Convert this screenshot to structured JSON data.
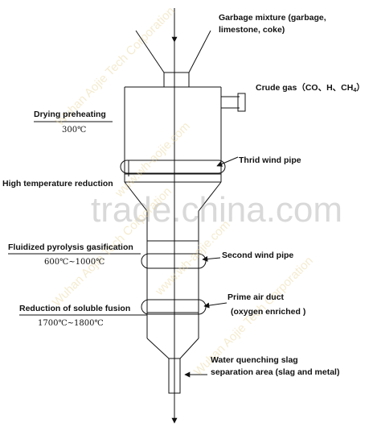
{
  "labels": {
    "inlet_line1": "Garbage mixture (garbage,",
    "inlet_line2": "limestone, coke)",
    "crude_gas": "Crude gas（CO、H、CH",
    "crude_gas_sub": "4",
    "crude_gas_end": "）",
    "drying": "Drying preheating",
    "drying_temp": "300℃",
    "third_wind": "Thrid wind pipe",
    "high_temp": "High temperature reduction",
    "fluidized": "Fluidized pyrolysis gasification",
    "fluidized_temp": "600℃~1000℃",
    "second_wind": "Second wind pipe",
    "prime_air_line1": "Prime air duct",
    "prime_air_line2": "(oxygen enriched )",
    "reduction": "Reduction of soluble fusion",
    "reduction_temp": "1700℃~1800℃",
    "quench_line1": "Water quenching slag",
    "quench_line2": "separation area (slag and metal)"
  },
  "watermarks": {
    "main": "trade.china.com",
    "diag1": "Wuhan Aojie Tech Corporation",
    "diag2": "www.wh-aojie.com",
    "diag3": "Wuhan Aojie Tech Corporation",
    "diag4": "www.wh-aojie.com",
    "diag5": "Wuhan Aojie Tech Corporation"
  },
  "colors": {
    "line": "#111111",
    "watermark_gray": "#9a9a9a",
    "watermark_gold": "#e6d296"
  }
}
